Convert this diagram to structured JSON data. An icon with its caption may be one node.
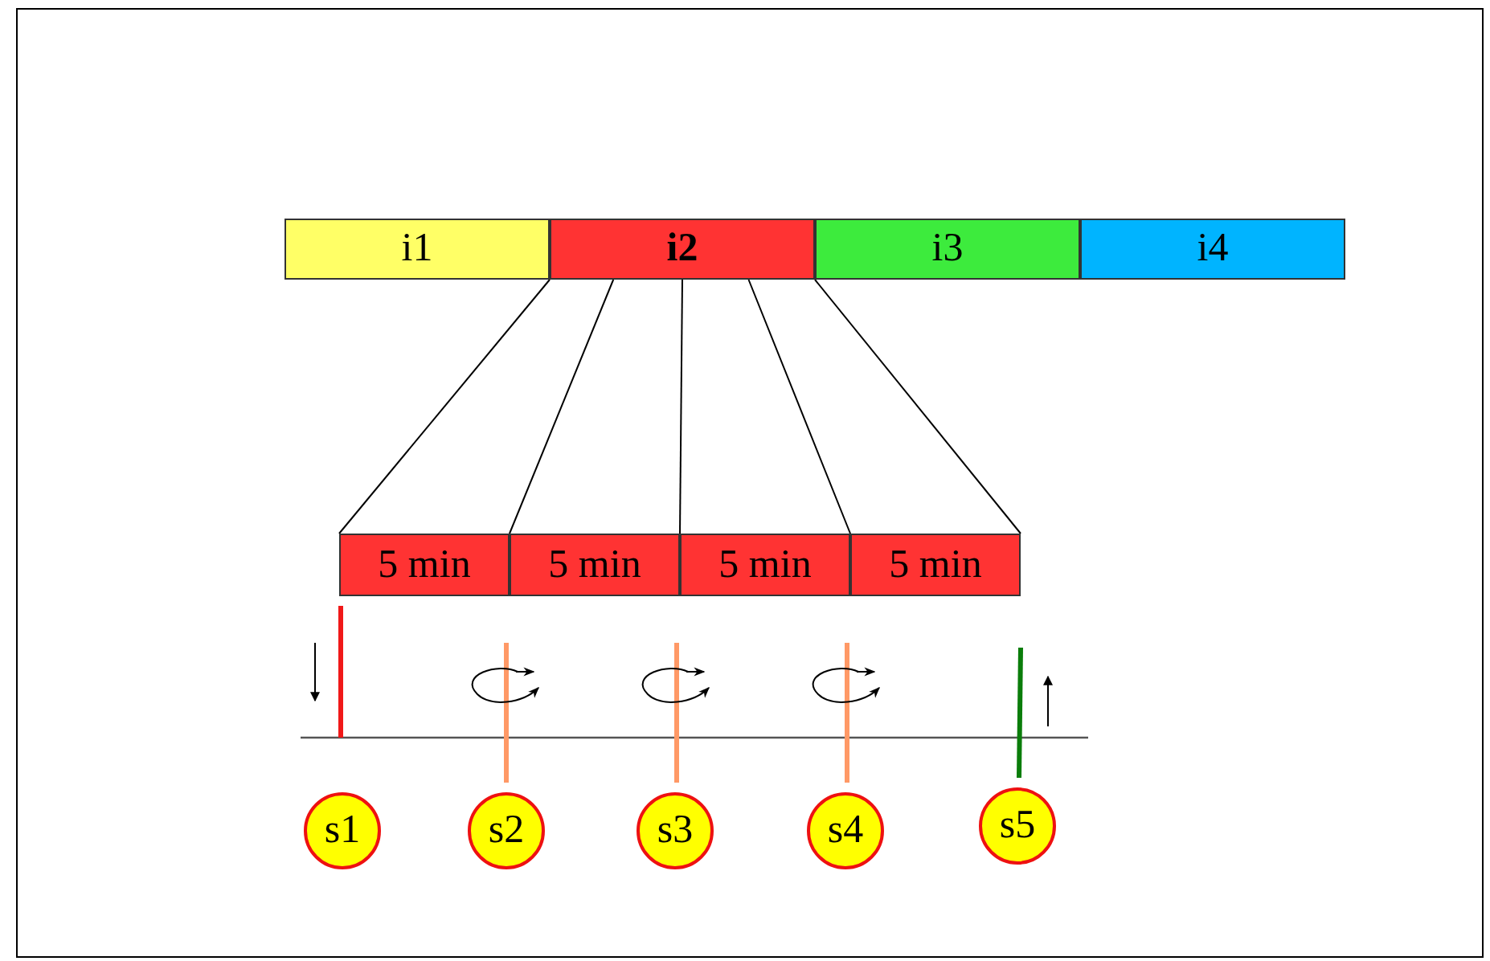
{
  "diagram": {
    "nodes": [
      {
        "text": [
          "i1"
        ]
      },
      {
        "text": [
          "i2"
        ]
      },
      {
        "text": [
          "i3"
        ]
      },
      {
        "text": [
          "i4"
        ]
      },
      {
        "text": [
          "5 min"
        ]
      },
      {
        "text": [
          "5 min"
        ]
      },
      {
        "text": [
          "5 min"
        ]
      },
      {
        "text": [
          "5 min"
        ]
      },
      {
        "text": [
          "s1"
        ]
      },
      {
        "text": [
          "s2"
        ]
      },
      {
        "text": [
          "s3"
        ]
      },
      {
        "text": [
          "s4"
        ]
      },
      {
        "text": [
          "s5"
        ]
      }
    ],
    "edges": [
      {
        "from": 1,
        "to": 4,
        "arrow": "none"
      },
      {
        "from": 1,
        "to": 5,
        "arrow": "none"
      },
      {
        "from": 1,
        "to": 6,
        "arrow": "none"
      },
      {
        "from": 1,
        "to": 7,
        "arrow": "none"
      },
      {
        "from": 1,
        "to": 7,
        "arrow": "none"
      }
    ]
  }
}
